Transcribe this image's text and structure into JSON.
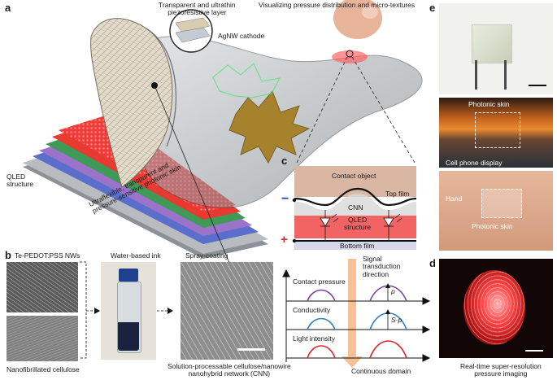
{
  "panels": {
    "a": {
      "letter": "a",
      "label_layer": "Transparent and ultrathin",
      "label_layer2": "piezoresistive layer",
      "label_cathode": "AgNW cathode",
      "label_visualizing": "Visualizing pressure distribution and micro-textures",
      "label_qled1": "QLED",
      "label_qled2": "structure",
      "label_skin1": "Ultraflexible, transparent and",
      "label_skin2": "pressure-sensitive photonic skin"
    },
    "b": {
      "letter": "b",
      "label_nws": "Te-PEDOT:PSS NWs",
      "label_ink": "Water-based ink",
      "label_spray": "Spray-coating",
      "label_cellulose": "Nanofibrillated cellulose",
      "label_cnn1": "Solution-processable cellulose/nanowire",
      "label_cnn2": "nanohybrid network (CNN)"
    },
    "c": {
      "letter": "c",
      "label_contact": "Contact object",
      "label_top": "Top film",
      "label_cnn": "CNN",
      "label_qled1": "QLED",
      "label_qled2": "structure",
      "label_bottom": "Bottom film",
      "sign_minus": "−",
      "sign_plus": "+",
      "label_signal1": "Signal",
      "label_signal2": "transduction",
      "label_signal3": "direction",
      "label_pressure": "Contact pressure",
      "label_conductivity": "Conductivity",
      "label_light": "Light intensity",
      "label_p": "p",
      "label_sp": "S·p",
      "label_domain": "Continuous domain"
    },
    "d": {
      "letter": "d",
      "label1": "Real-time super-resolution",
      "label2": "pressure imaging"
    },
    "e": {
      "letter": "e",
      "label_photonic_top": "Photonic skin",
      "label_phone": "Cell phone display",
      "label_hand": "Hand",
      "label_photonic_bottom": "Photonic skin"
    }
  },
  "colors": {
    "pressure_curve": "#7b3f98",
    "conductivity_curve": "#2a7fc1",
    "light_curve": "#e0242b",
    "qled_red": "#ee3333",
    "accent_orange": "#f6b27a"
  }
}
